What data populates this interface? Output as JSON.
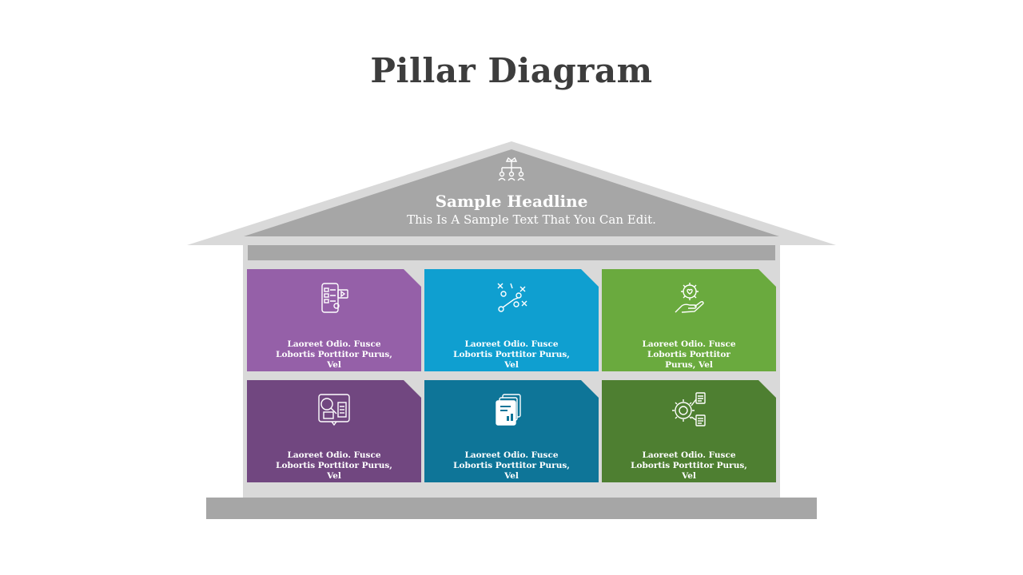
{
  "title": "Pillar Diagram",
  "roof": {
    "headline": "Sample Headline",
    "text": "This Is A Sample Text That You Can Edit.",
    "icon": "org-chart-icon"
  },
  "colors": {
    "roof_outer": "#d9d9d9",
    "roof_inner": "#a6a6a6",
    "frame": "#d9d9d9",
    "beam": "#a6a6a6",
    "base": "#a6a6a6",
    "title": "#3d3d3d"
  },
  "cards": [
    {
      "text": "Laoreet Odio. Fusce Lobortis Porttitor Purus, Vel",
      "color": "#9560a8",
      "icon": "mobile-checklist-icon"
    },
    {
      "text": "Laoreet Odio. Fusce Lobortis Porttitor Purus, Vel",
      "color": "#0f9fd0",
      "icon": "strategy-play-icon"
    },
    {
      "text": "Laoreet Odio. Fusce Lobortis Porttitor Purus, Vel",
      "color": "#6aaa3e",
      "icon": "hand-gear-heart-icon"
    },
    {
      "text": "Laoreet Odio. Fusce Lobortis Porttitor Purus, Vel",
      "color": "#714780",
      "icon": "search-document-icon"
    },
    {
      "text": "Laoreet Odio. Fusce Lobortis Porttitor Purus, Vel",
      "color": "#0e7598",
      "icon": "report-documents-icon"
    },
    {
      "text": "Laoreet Odio. Fusce Lobortis Porttitor Purus, Vel",
      "color": "#4e7f31",
      "icon": "gear-documents-icon"
    }
  ]
}
